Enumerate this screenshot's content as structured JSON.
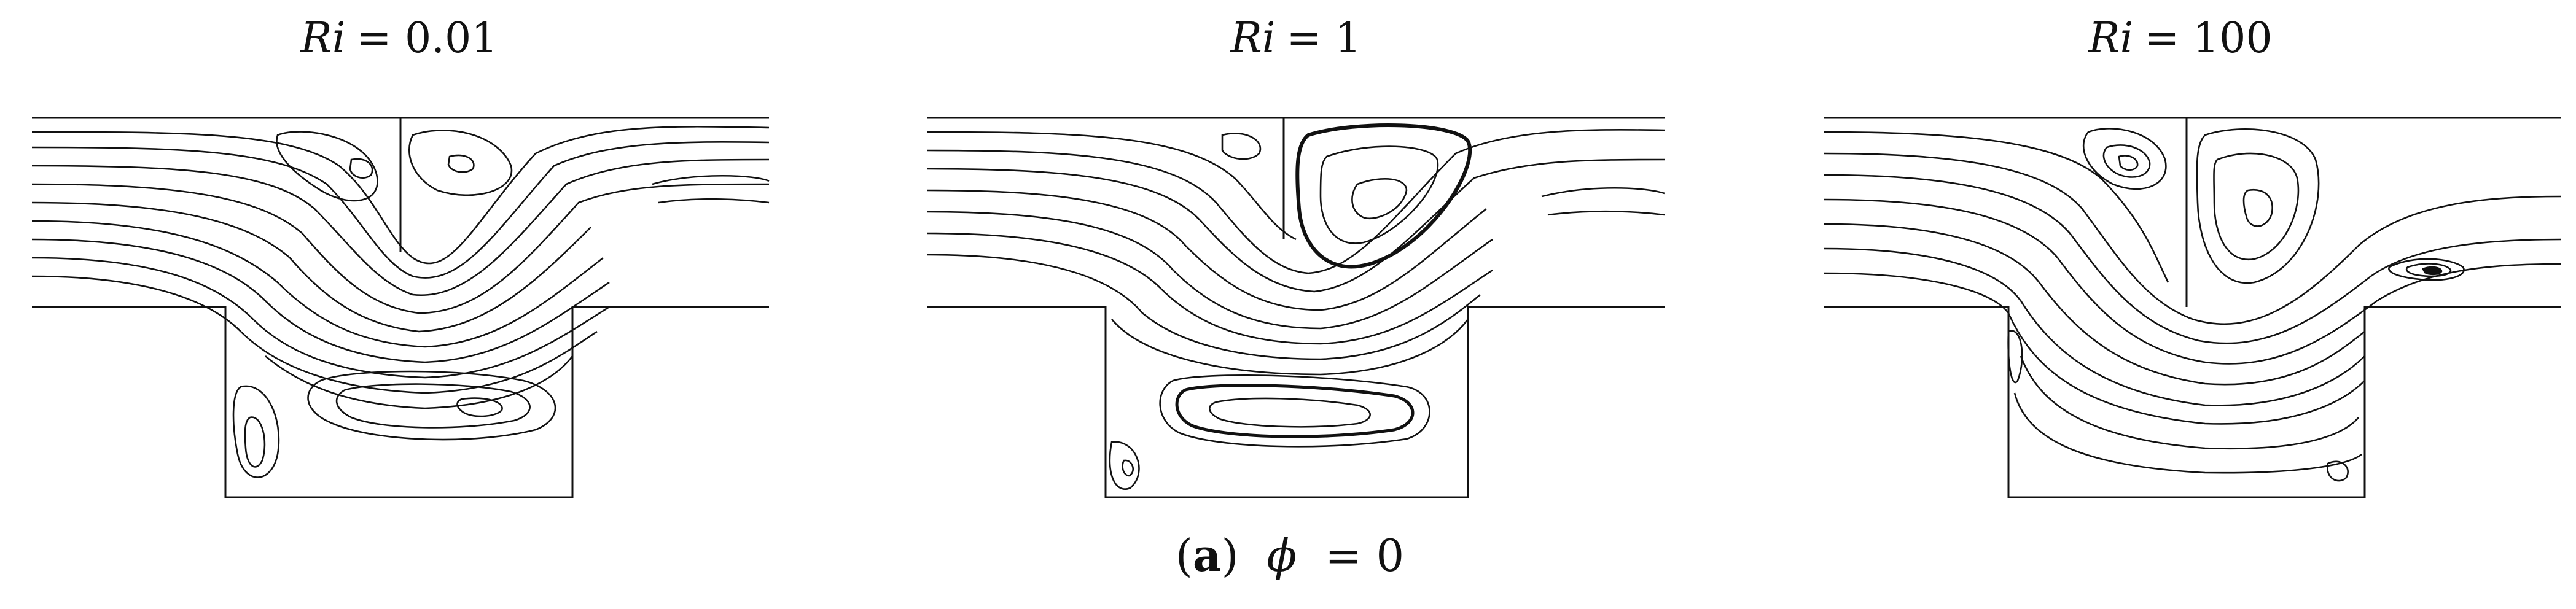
{
  "panels": [
    {
      "label": "Ri",
      "eq": "= 0.01"
    },
    {
      "label": "Ri",
      "eq": "= 1"
    },
    {
      "label": "Ri",
      "eq": "= 100"
    }
  ],
  "caption": {
    "open": "(",
    "letter": "a",
    "close": ")",
    "symbol": "ϕ",
    "eq": "= 0"
  },
  "line_color": "#111111"
}
